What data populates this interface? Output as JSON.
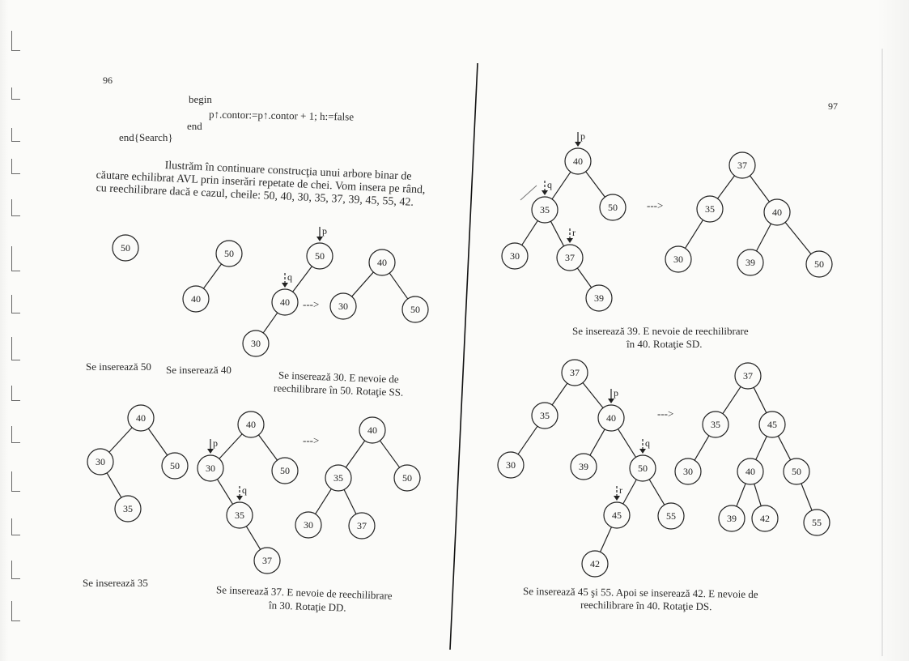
{
  "left_page": {
    "page_number": "96",
    "code": {
      "begin": "begin",
      "statement": "p↑.contor:=p↑.contor + 1; h:=false",
      "end": "end",
      "end_search": "end{Search}"
    },
    "paragraph": [
      "Ilustrăm în continuare construcţia unui arbore binar de",
      "căutare echilibrat AVL prin inserări repetate de chei. Vom insera pe rând,",
      "cu reechilibrare dacă e cazul, cheile: 50, 40, 30, 35, 37, 39, 45, 55, 42."
    ],
    "captions": {
      "c1": "Se inserează 50",
      "c2": "Se inserează 40",
      "c3": [
        "Se inserează 30. E nevoie de",
        "reechilibrare în 50. Rotaţie SS."
      ],
      "c4": "Se inserează 35",
      "c5": [
        "Se inserează 37. E nevoie de reechilibrare",
        "în 30. Rotaţie DD."
      ]
    }
  },
  "right_page": {
    "page_number": "97",
    "captions": {
      "c6": [
        "Se inserează 39. E nevoie de reechilibrare",
        "în 40. Rotaţie SD."
      ],
      "c7": [
        "Se inserează 45 şi 55. Apoi se inserează 42.  E nevoie de",
        "reechilibrare în 40. Rotaţie DS."
      ]
    }
  },
  "diagram": {
    "transform_arrow": "--->",
    "pointers": {
      "p": "p",
      "q": "q",
      "r": "r"
    },
    "nodes": [
      {
        "id": "a50",
        "key": "50"
      },
      {
        "id": "b50",
        "key": "50"
      },
      {
        "id": "b40",
        "key": "40"
      },
      {
        "id": "c50",
        "key": "50"
      },
      {
        "id": "c40",
        "key": "40"
      },
      {
        "id": "c30",
        "key": "30"
      },
      {
        "id": "d40",
        "key": "40"
      },
      {
        "id": "d30",
        "key": "30"
      },
      {
        "id": "d50",
        "key": "50"
      },
      {
        "id": "e40",
        "key": "40"
      },
      {
        "id": "e30",
        "key": "30"
      },
      {
        "id": "e50",
        "key": "50"
      },
      {
        "id": "e35",
        "key": "35"
      },
      {
        "id": "f40",
        "key": "40"
      },
      {
        "id": "f30",
        "key": "30"
      },
      {
        "id": "f50",
        "key": "50"
      },
      {
        "id": "f35",
        "key": "35"
      },
      {
        "id": "f37",
        "key": "37"
      },
      {
        "id": "g40",
        "key": "40"
      },
      {
        "id": "g35",
        "key": "35"
      },
      {
        "id": "g50",
        "key": "50"
      },
      {
        "id": "g30",
        "key": "30"
      },
      {
        "id": "g37",
        "key": "37"
      },
      {
        "id": "h40",
        "key": "40"
      },
      {
        "id": "h35",
        "key": "35"
      },
      {
        "id": "h50",
        "key": "50"
      },
      {
        "id": "h30",
        "key": "30"
      },
      {
        "id": "h37",
        "key": "37"
      },
      {
        "id": "h39",
        "key": "39"
      },
      {
        "id": "i37",
        "key": "37"
      },
      {
        "id": "i35",
        "key": "35"
      },
      {
        "id": "i40",
        "key": "40"
      },
      {
        "id": "i30",
        "key": "30"
      },
      {
        "id": "i39",
        "key": "39"
      },
      {
        "id": "i50",
        "key": "50"
      },
      {
        "id": "j37",
        "key": "37"
      },
      {
        "id": "j35",
        "key": "35"
      },
      {
        "id": "j40",
        "key": "40"
      },
      {
        "id": "j30",
        "key": "30"
      },
      {
        "id": "j39",
        "key": "39"
      },
      {
        "id": "j50",
        "key": "50"
      },
      {
        "id": "j45",
        "key": "45"
      },
      {
        "id": "j55",
        "key": "55"
      },
      {
        "id": "j42",
        "key": "42"
      },
      {
        "id": "k37",
        "key": "37"
      },
      {
        "id": "k35",
        "key": "35"
      },
      {
        "id": "k45",
        "key": "45"
      },
      {
        "id": "k30",
        "key": "30"
      },
      {
        "id": "k40",
        "key": "40"
      },
      {
        "id": "k50",
        "key": "50"
      },
      {
        "id": "k39",
        "key": "39"
      },
      {
        "id": "k42",
        "key": "42"
      },
      {
        "id": "k55",
        "key": "55"
      }
    ]
  }
}
